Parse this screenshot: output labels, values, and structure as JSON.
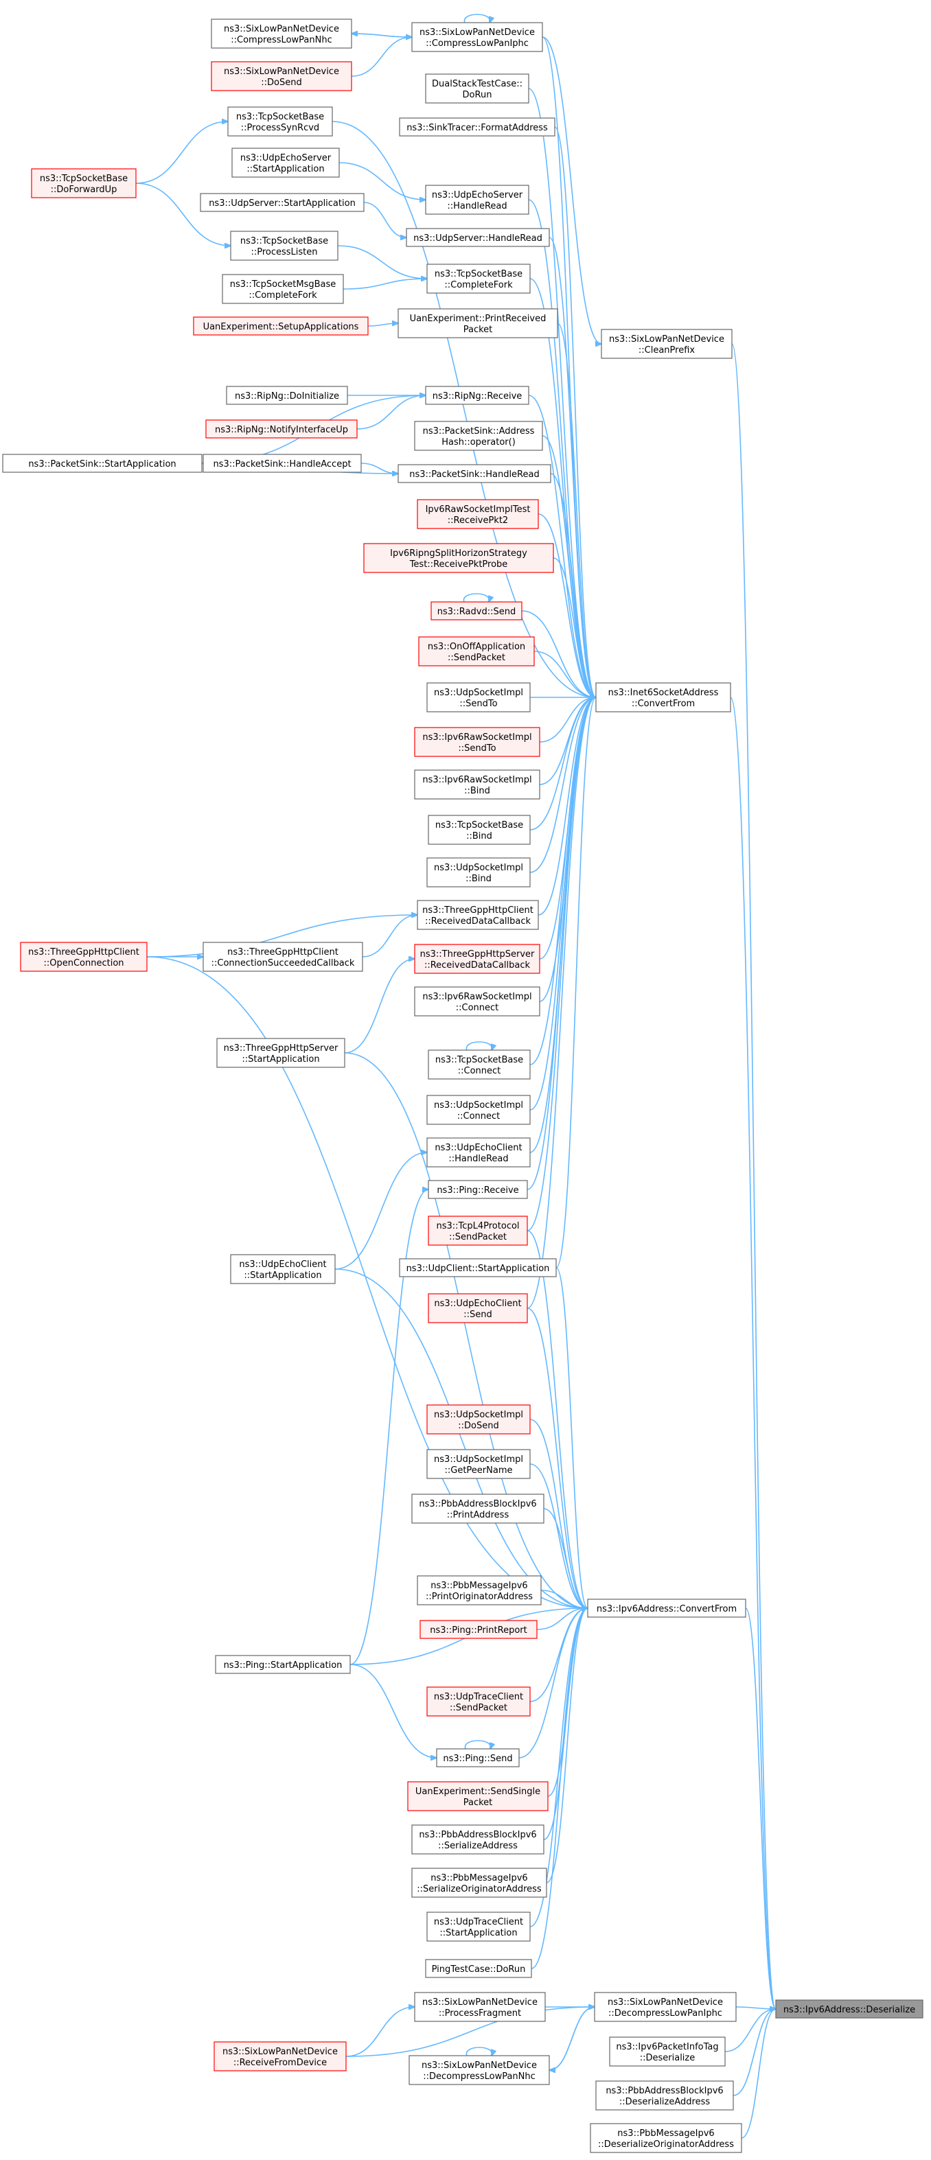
{
  "colors": {
    "edge": "#63b8ff",
    "node_border": "#666666",
    "node_fill": "#ffffff",
    "red_border": "#ff0000",
    "red_fill": "#fff0f0",
    "focus_fill": "#999999"
  },
  "nodes": {
    "six_compress_nhc": {
      "lines": [
        "ns3::SixLowPanNetDevice",
        "::CompressLowPanNhc"
      ],
      "style": "normal"
    },
    "six_compress_iphc": {
      "lines": [
        "ns3::SixLowPanNetDevice",
        "::CompressLowPanIphc"
      ],
      "style": "normal"
    },
    "six_dosend": {
      "lines": [
        "ns3::SixLowPanNetDevice",
        "::DoSend"
      ],
      "style": "red"
    },
    "dualstack": {
      "lines": [
        "DualStackTestCase::",
        "DoRun"
      ],
      "style": "normal"
    },
    "tcp_processsynrcvd": {
      "lines": [
        "ns3::TcpSocketBase",
        "::ProcessSynRcvd"
      ],
      "style": "normal"
    },
    "sinktracer": {
      "lines": [
        "ns3::SinkTracer::FormatAddress"
      ],
      "style": "normal"
    },
    "tcp_doforwardup": {
      "lines": [
        "ns3::TcpSocketBase",
        "::DoForwardUp"
      ],
      "style": "red"
    },
    "udpechoserver_start": {
      "lines": [
        "ns3::UdpEchoServer",
        "::StartApplication"
      ],
      "style": "normal"
    },
    "udpechoserver_handleread": {
      "lines": [
        "ns3::UdpEchoServer",
        "::HandleRead"
      ],
      "style": "normal"
    },
    "udpserver_start": {
      "lines": [
        "ns3::UdpServer::StartApplication"
      ],
      "style": "normal"
    },
    "udpserver_handleread": {
      "lines": [
        "ns3::UdpServer::HandleRead"
      ],
      "style": "normal"
    },
    "tcp_processlisten": {
      "lines": [
        "ns3::TcpSocketBase",
        "::ProcessListen"
      ],
      "style": "normal"
    },
    "tcp_completefork": {
      "lines": [
        "ns3::TcpSocketBase",
        "::CompleteFork"
      ],
      "style": "normal"
    },
    "tcpmsg_completefork": {
      "lines": [
        "ns3::TcpSocketMsgBase",
        "::CompleteFork"
      ],
      "style": "normal"
    },
    "uan_setup": {
      "lines": [
        "UanExperiment::SetupApplications"
      ],
      "style": "red"
    },
    "uan_printreceived": {
      "lines": [
        "UanExperiment::PrintReceived",
        "Packet"
      ],
      "style": "normal"
    },
    "six_cleanprefix": {
      "lines": [
        "ns3::SixLowPanNetDevice",
        "::CleanPrefix"
      ],
      "style": "normal"
    },
    "ripng_doinit": {
      "lines": [
        "ns3::RipNg::DoInitialize"
      ],
      "style": "normal"
    },
    "ripng_receive": {
      "lines": [
        "ns3::RipNg::Receive"
      ],
      "style": "normal"
    },
    "ripng_notify": {
      "lines": [
        "ns3::RipNg::NotifyInterfaceUp"
      ],
      "style": "red"
    },
    "packetsink_addresshash": {
      "lines": [
        "ns3::PacketSink::Address",
        "Hash::operator()"
      ],
      "style": "normal"
    },
    "packetsink_start": {
      "lines": [
        "ns3::PacketSink::StartApplication"
      ],
      "style": "normal"
    },
    "packetsink_accept": {
      "lines": [
        "ns3::PacketSink::HandleAccept"
      ],
      "style": "normal"
    },
    "packetsink_handleread": {
      "lines": [
        "ns3::PacketSink::HandleRead"
      ],
      "style": "normal"
    },
    "ipv6raw_test": {
      "lines": [
        "Ipv6RawSocketImplTest",
        "::ReceivePkt2"
      ],
      "style": "red"
    },
    "ripng_split": {
      "lines": [
        "Ipv6RipngSplitHorizonStrategy",
        "Test::ReceivePktProbe"
      ],
      "style": "red"
    },
    "radvd_send": {
      "lines": [
        "ns3::Radvd::Send"
      ],
      "style": "red"
    },
    "onoff_send": {
      "lines": [
        "ns3::OnOffApplication",
        "::SendPacket"
      ],
      "style": "red"
    },
    "inet6_convertfrom": {
      "lines": [
        "ns3::Inet6SocketAddress",
        "::ConvertFrom"
      ],
      "style": "normal"
    },
    "udpsocket_sendto": {
      "lines": [
        "ns3::UdpSocketImpl",
        "::SendTo"
      ],
      "style": "normal"
    },
    "ipv6raw_sendto": {
      "lines": [
        "ns3::Ipv6RawSocketImpl",
        "::SendTo"
      ],
      "style": "red"
    },
    "ipv6raw_bind": {
      "lines": [
        "ns3::Ipv6RawSocketImpl",
        "::Bind"
      ],
      "style": "normal"
    },
    "tcp_bind": {
      "lines": [
        "ns3::TcpSocketBase",
        "::Bind"
      ],
      "style": "normal"
    },
    "udpsocket_bind": {
      "lines": [
        "ns3::UdpSocketImpl",
        "::Bind"
      ],
      "style": "normal"
    },
    "http_openconn": {
      "lines": [
        "ns3::ThreeGppHttpClient",
        "::OpenConnection"
      ],
      "style": "red"
    },
    "http_connsucc": {
      "lines": [
        "ns3::ThreeGppHttpClient",
        "::ConnectionSucceededCallback"
      ],
      "style": "normal"
    },
    "http_client_recv": {
      "lines": [
        "ns3::ThreeGppHttpClient",
        "::ReceivedDataCallback"
      ],
      "style": "normal"
    },
    "http_server_recv": {
      "lines": [
        "ns3::ThreeGppHttpServer",
        "::ReceivedDataCallback"
      ],
      "style": "red"
    },
    "ipv6raw_connect": {
      "lines": [
        "ns3::Ipv6RawSocketImpl",
        "::Connect"
      ],
      "style": "normal"
    },
    "http_server_start": {
      "lines": [
        "ns3::ThreeGppHttpServer",
        "::StartApplication"
      ],
      "style": "normal"
    },
    "tcp_connect": {
      "lines": [
        "ns3::TcpSocketBase",
        "::Connect"
      ],
      "style": "normal"
    },
    "udpsocket_connect": {
      "lines": [
        "ns3::UdpSocketImpl",
        "::Connect"
      ],
      "style": "normal"
    },
    "udpechoclient_handleread": {
      "lines": [
        "ns3::UdpEchoClient",
        "::HandleRead"
      ],
      "style": "normal"
    },
    "ping_receive": {
      "lines": [
        "ns3::Ping::Receive"
      ],
      "style": "normal"
    },
    "udpechoclient_start": {
      "lines": [
        "ns3::UdpEchoClient",
        "::StartApplication"
      ],
      "style": "normal"
    },
    "tcpl4_send": {
      "lines": [
        "ns3::TcpL4Protocol",
        "::SendPacket"
      ],
      "style": "red"
    },
    "udpclient_start": {
      "lines": [
        "ns3::UdpClient::StartApplication"
      ],
      "style": "normal"
    },
    "udpechoclient_send": {
      "lines": [
        "ns3::UdpEchoClient",
        "::Send"
      ],
      "style": "red"
    },
    "udpsocket_dosend": {
      "lines": [
        "ns3::UdpSocketImpl",
        "::DoSend"
      ],
      "style": "red"
    },
    "udpsocket_getpeer": {
      "lines": [
        "ns3::UdpSocketImpl",
        "::GetPeerName"
      ],
      "style": "normal"
    },
    "pbb_block_print": {
      "lines": [
        "ns3::PbbAddressBlockIpv6",
        "::PrintAddress"
      ],
      "style": "normal"
    },
    "pbb_msg_print": {
      "lines": [
        "ns3::PbbMessageIpv6",
        "::PrintOriginatorAddress"
      ],
      "style": "normal"
    },
    "ipv6addr_convertfrom": {
      "lines": [
        "ns3::Ipv6Address::ConvertFrom"
      ],
      "style": "normal"
    },
    "ping_printreport": {
      "lines": [
        "ns3::Ping::PrintReport"
      ],
      "style": "red"
    },
    "ping_start": {
      "lines": [
        "ns3::Ping::StartApplication"
      ],
      "style": "normal"
    },
    "udptrace_send": {
      "lines": [
        "ns3::UdpTraceClient",
        "::SendPacket"
      ],
      "style": "red"
    },
    "ping_send": {
      "lines": [
        "ns3::Ping::Send"
      ],
      "style": "normal"
    },
    "uan_sendsingle": {
      "lines": [
        "UanExperiment::SendSingle",
        "Packet"
      ],
      "style": "red"
    },
    "pbb_block_ser": {
      "lines": [
        "ns3::PbbAddressBlockIpv6",
        "::SerializeAddress"
      ],
      "style": "normal"
    },
    "pbb_msg_ser": {
      "lines": [
        "ns3::PbbMessageIpv6",
        "::SerializeOriginatorAddress"
      ],
      "style": "normal"
    },
    "udptrace_start": {
      "lines": [
        "ns3::UdpTraceClient",
        "::StartApplication"
      ],
      "style": "normal"
    },
    "pingtest": {
      "lines": [
        "PingTestCase::DoRun"
      ],
      "style": "normal"
    },
    "six_procfrag": {
      "lines": [
        "ns3::SixLowPanNetDevice",
        "::ProcessFragment"
      ],
      "style": "normal"
    },
    "six_decomp_iphc": {
      "lines": [
        "ns3::SixLowPanNetDevice",
        "::DecompressLowPanIphc"
      ],
      "style": "normal"
    },
    "ipv6addr_deser": {
      "lines": [
        "ns3::Ipv6Address::Deserialize"
      ],
      "style": "focus"
    },
    "six_recv": {
      "lines": [
        "ns3::SixLowPanNetDevice",
        "::ReceiveFromDevice"
      ],
      "style": "red"
    },
    "six_decomp_nhc": {
      "lines": [
        "ns3::SixLowPanNetDevice",
        "::DecompressLowPanNhc"
      ],
      "style": "normal"
    },
    "ipv6pkt_deser": {
      "lines": [
        "ns3::Ipv6PacketInfoTag",
        "::Deserialize"
      ],
      "style": "normal"
    },
    "pbb_block_deser": {
      "lines": [
        "ns3::PbbAddressBlockIpv6",
        "::DeserializeAddress"
      ],
      "style": "normal"
    },
    "pbb_msg_deser": {
      "lines": [
        "ns3::PbbMessageIpv6",
        "::DeserializeOriginatorAddress"
      ],
      "style": "normal"
    }
  },
  "edges": [
    [
      "ipv6addr_deser",
      "six_decomp_iphc"
    ],
    [
      "ipv6addr_deser",
      "ipv6pkt_deser"
    ],
    [
      "ipv6addr_deser",
      "pbb_block_deser"
    ],
    [
      "ipv6addr_deser",
      "pbb_msg_deser"
    ],
    [
      "ipv6addr_deser",
      "ipv6addr_convertfrom"
    ],
    [
      "ipv6addr_deser",
      "inet6_convertfrom"
    ],
    [
      "ipv6addr_deser",
      "six_cleanprefix"
    ],
    [
      "six_decomp_iphc",
      "six_procfrag"
    ],
    [
      "six_decomp_iphc",
      "six_decomp_nhc"
    ],
    [
      "six_decomp_iphc",
      "six_recv"
    ],
    [
      "six_procfrag",
      "six_recv"
    ],
    [
      "six_decomp_nhc",
      "six_decomp_iphc"
    ],
    [
      "six_cleanprefix",
      "six_compress_iphc"
    ],
    [
      "six_compress_iphc",
      "six_compress_nhc"
    ],
    [
      "six_compress_iphc",
      "six_dosend"
    ],
    [
      "six_compress_nhc",
      "six_compress_iphc"
    ],
    [
      "ipv6addr_convertfrom",
      "udpsocket_dosend"
    ],
    [
      "ipv6addr_convertfrom",
      "udpsocket_getpeer"
    ],
    [
      "ipv6addr_convertfrom",
      "pbb_block_print"
    ],
    [
      "ipv6addr_convertfrom",
      "pbb_msg_print"
    ],
    [
      "ipv6addr_convertfrom",
      "ping_printreport"
    ],
    [
      "ipv6addr_convertfrom",
      "ping_start"
    ],
    [
      "ipv6addr_convertfrom",
      "udptrace_send"
    ],
    [
      "ipv6addr_convertfrom",
      "ping_send"
    ],
    [
      "ipv6addr_convertfrom",
      "uan_sendsingle"
    ],
    [
      "ipv6addr_convertfrom",
      "pbb_block_ser"
    ],
    [
      "ipv6addr_convertfrom",
      "pbb_msg_ser"
    ],
    [
      "ipv6addr_convertfrom",
      "udptrace_start"
    ],
    [
      "ipv6addr_convertfrom",
      "pingtest"
    ],
    [
      "ipv6addr_convertfrom",
      "http_openconn"
    ],
    [
      "ipv6addr_convertfrom",
      "http_server_start"
    ],
    [
      "ipv6addr_convertfrom",
      "udpechoclient_start"
    ],
    [
      "ipv6addr_convertfrom",
      "tcpl4_send"
    ],
    [
      "ipv6addr_convertfrom",
      "udpclient_start"
    ],
    [
      "ipv6addr_convertfrom",
      "udpechoclient_send"
    ],
    [
      "ping_send",
      "ping_start"
    ],
    [
      "ping_receive",
      "ping_start"
    ],
    [
      "inet6_convertfrom",
      "six_compress_iphc"
    ],
    [
      "inet6_convertfrom",
      "dualstack"
    ],
    [
      "inet6_convertfrom",
      "tcp_processsynrcvd"
    ],
    [
      "inet6_convertfrom",
      "sinktracer"
    ],
    [
      "inet6_convertfrom",
      "udpechoserver_handleread"
    ],
    [
      "inet6_convertfrom",
      "udpserver_handleread"
    ],
    [
      "inet6_convertfrom",
      "tcp_completefork"
    ],
    [
      "inet6_convertfrom",
      "uan_printreceived"
    ],
    [
      "inet6_convertfrom",
      "ripng_receive"
    ],
    [
      "inet6_convertfrom",
      "packetsink_addresshash"
    ],
    [
      "inet6_convertfrom",
      "packetsink_handleread"
    ],
    [
      "inet6_convertfrom",
      "ipv6raw_test"
    ],
    [
      "inet6_convertfrom",
      "ripng_split"
    ],
    [
      "inet6_convertfrom",
      "radvd_send"
    ],
    [
      "inet6_convertfrom",
      "onoff_send"
    ],
    [
      "inet6_convertfrom",
      "udpsocket_sendto"
    ],
    [
      "inet6_convertfrom",
      "ipv6raw_sendto"
    ],
    [
      "inet6_convertfrom",
      "ipv6raw_bind"
    ],
    [
      "inet6_convertfrom",
      "tcp_bind"
    ],
    [
      "inet6_convertfrom",
      "udpsocket_bind"
    ],
    [
      "inet6_convertfrom",
      "http_client_recv"
    ],
    [
      "inet6_convertfrom",
      "http_server_recv"
    ],
    [
      "inet6_convertfrom",
      "ipv6raw_connect"
    ],
    [
      "inet6_convertfrom",
      "tcp_connect"
    ],
    [
      "inet6_convertfrom",
      "udpsocket_connect"
    ],
    [
      "inet6_convertfrom",
      "udpechoclient_handleread"
    ],
    [
      "inet6_convertfrom",
      "ping_receive"
    ],
    [
      "inet6_convertfrom",
      "tcpl4_send"
    ],
    [
      "inet6_convertfrom",
      "udpclient_start"
    ],
    [
      "inet6_convertfrom",
      "udpechoclient_send"
    ],
    [
      "tcp_processsynrcvd",
      "tcp_doforwardup"
    ],
    [
      "tcp_processlisten",
      "tcp_doforwardup"
    ],
    [
      "tcp_completefork",
      "tcp_processlisten"
    ],
    [
      "tcp_completefork",
      "tcpmsg_completefork"
    ],
    [
      "udpechoserver_handleread",
      "udpechoserver_start"
    ],
    [
      "udpserver_handleread",
      "udpserver_start"
    ],
    [
      "uan_printreceived",
      "uan_setup"
    ],
    [
      "ripng_receive",
      "ripng_doinit"
    ],
    [
      "ripng_receive",
      "ripng_notify"
    ],
    [
      "ripng_receive",
      "packetsink_start"
    ],
    [
      "packetsink_handleread",
      "packetsink_accept"
    ],
    [
      "packetsink_handleread",
      "packetsink_start"
    ],
    [
      "packetsink_accept",
      "packetsink_start"
    ],
    [
      "http_client_recv",
      "http_connsucc"
    ],
    [
      "http_client_recv",
      "http_openconn"
    ],
    [
      "http_connsucc",
      "http_openconn"
    ],
    [
      "http_server_recv",
      "http_server_start"
    ],
    [
      "udpechoclient_handleread",
      "udpechoclient_start"
    ],
    [
      "radvd_send",
      "radvd_send"
    ],
    [
      "tcp_connect",
      "tcp_connect"
    ],
    [
      "ping_send",
      "ping_send"
    ],
    [
      "six_compress_iphc",
      "six_compress_iphc"
    ],
    [
      "six_decomp_nhc",
      "six_decomp_nhc"
    ]
  ]
}
